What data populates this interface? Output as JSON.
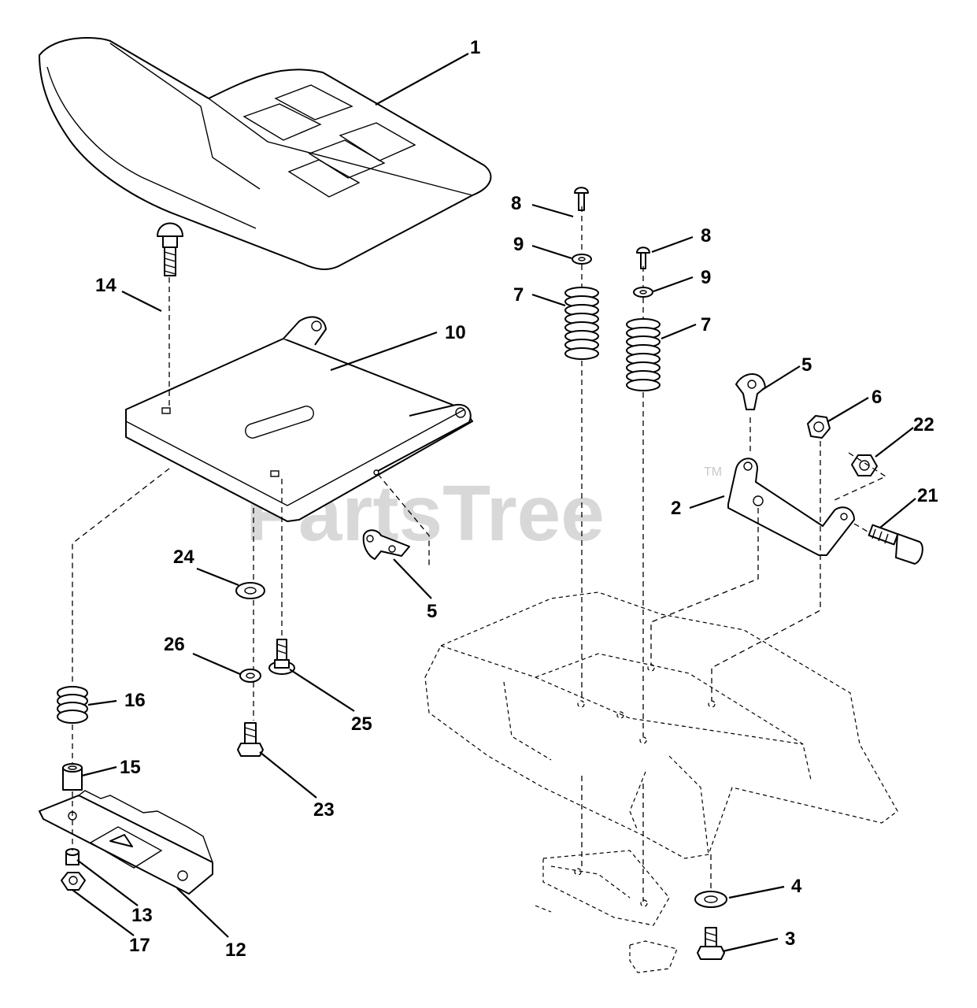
{
  "watermark": {
    "text": "PartsTree",
    "mark": "TM"
  },
  "callouts": [
    {
      "id": "c-1",
      "label": "1",
      "part": "seat"
    },
    {
      "id": "c-14",
      "label": "14",
      "part": "carriage-bolt"
    },
    {
      "id": "c-10",
      "label": "10",
      "part": "seat-pan"
    },
    {
      "id": "c-8a",
      "label": "8",
      "part": "screw"
    },
    {
      "id": "c-9a",
      "label": "9",
      "part": "washer"
    },
    {
      "id": "c-7a",
      "label": "7",
      "part": "spring"
    },
    {
      "id": "c-8b",
      "label": "8",
      "part": "screw"
    },
    {
      "id": "c-9b",
      "label": "9",
      "part": "washer"
    },
    {
      "id": "c-7b",
      "label": "7",
      "part": "spring"
    },
    {
      "id": "c-5a",
      "label": "5",
      "part": "clip"
    },
    {
      "id": "c-6",
      "label": "6",
      "part": "nut"
    },
    {
      "id": "c-22",
      "label": "22",
      "part": "nut"
    },
    {
      "id": "c-2",
      "label": "2",
      "part": "bracket"
    },
    {
      "id": "c-21",
      "label": "21",
      "part": "knob-bolt"
    },
    {
      "id": "c-24",
      "label": "24",
      "part": "washer"
    },
    {
      "id": "c-5b",
      "label": "5",
      "part": "clip"
    },
    {
      "id": "c-26",
      "label": "26",
      "part": "lock-washer"
    },
    {
      "id": "c-25",
      "label": "25",
      "part": "shoulder-bolt"
    },
    {
      "id": "c-16",
      "label": "16",
      "part": "spring"
    },
    {
      "id": "c-15",
      "label": "15",
      "part": "spacer"
    },
    {
      "id": "c-23",
      "label": "23",
      "part": "bolt"
    },
    {
      "id": "c-13",
      "label": "13",
      "part": "bushing"
    },
    {
      "id": "c-17",
      "label": "17",
      "part": "nut"
    },
    {
      "id": "c-12",
      "label": "12",
      "part": "bracket"
    },
    {
      "id": "c-4",
      "label": "4",
      "part": "washer"
    },
    {
      "id": "c-3",
      "label": "3",
      "part": "bolt"
    }
  ]
}
